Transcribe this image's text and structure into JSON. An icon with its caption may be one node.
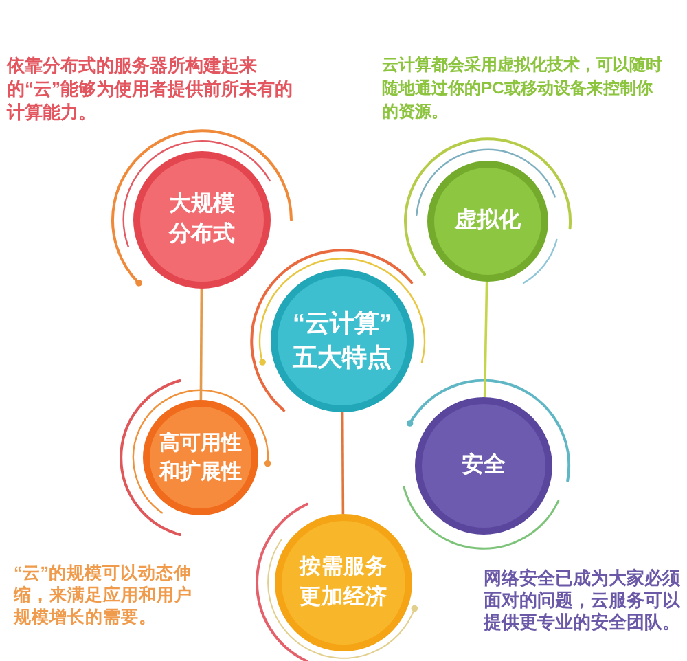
{
  "diagram": {
    "nodes": [
      {
        "text": [
          "大规模分布式"
        ],
        "beside": [
          "依靠分布式的服务器所构建起来的“云”能够为使用者提供前所未有的计算能力。"
        ]
      },
      {
        "text": [
          "虚拟化"
        ],
        "beside": [
          "云计算都会采用虚拟化技术，可以随时随地通过你的PC或移动设备来控制你的资源。"
        ]
      },
      {
        "text": [
          "“云计算”五大特点"
        ]
      },
      {
        "text": [
          "高可用性和扩展性"
        ],
        "beside": [
          "“云”的规模可以动态伸缩，来满足应用和用户规模增长的需要。"
        ]
      },
      {
        "text": [
          "安全"
        ],
        "beside": [
          "网络安全已成为大家必须面对的问题，云服务可以提供更专业的安全团队。"
        ]
      },
      {
        "text": [
          "按需服务更加经济"
        ]
      }
    ],
    "edges": [
      {
        "from": 0,
        "to": 3,
        "arrow": "none",
        "color": "#e39a4a"
      },
      {
        "from": 1,
        "to": 4,
        "arrow": "none",
        "color": "#c4d54c"
      },
      {
        "from": 2,
        "to": 5,
        "arrow": "none",
        "color": "#e0763c"
      }
    ]
  }
}
